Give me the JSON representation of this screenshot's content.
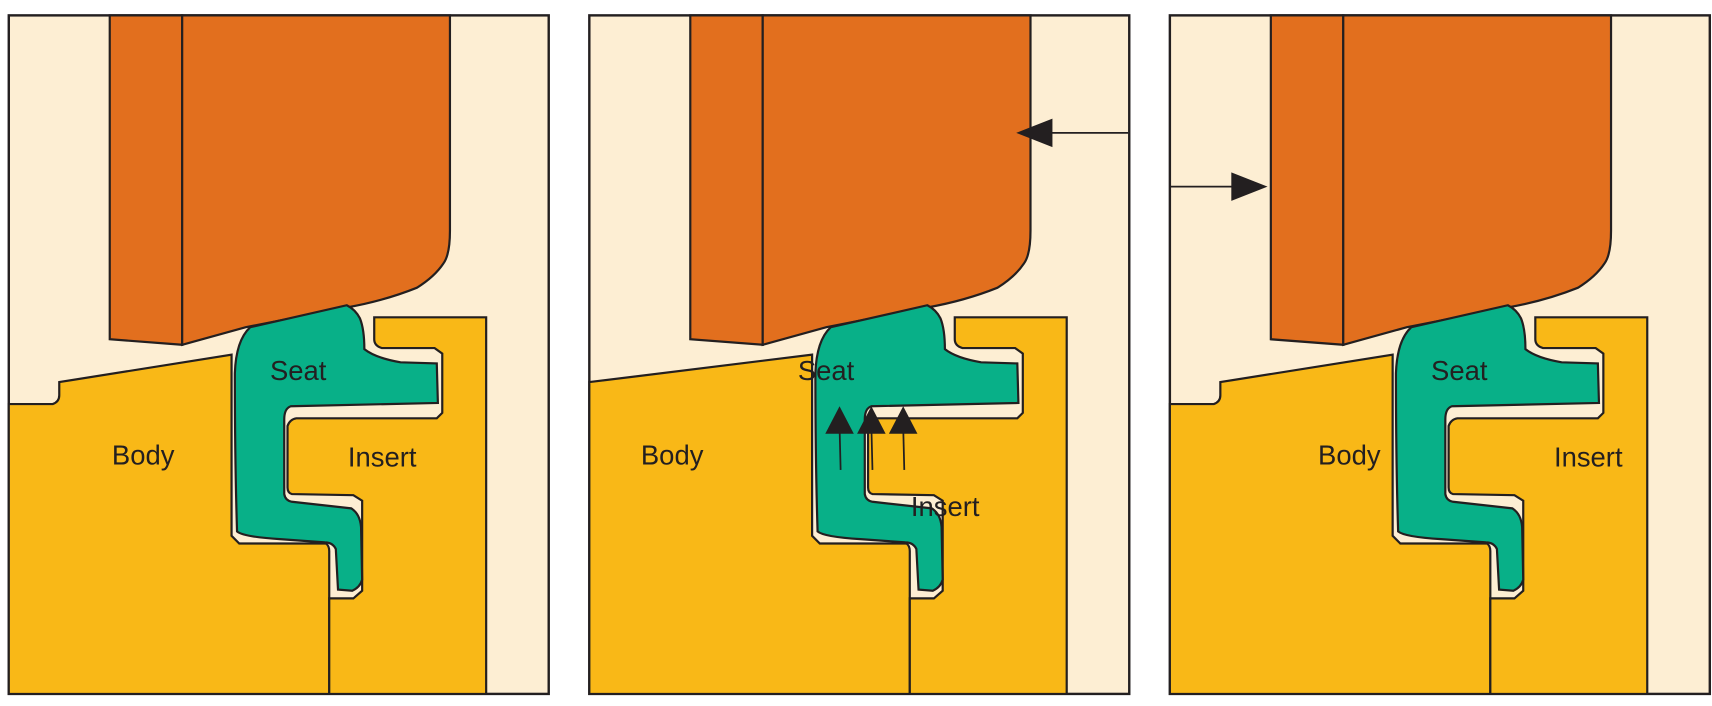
{
  "panels": [
    {
      "labels": {
        "seat": "Seat",
        "body": "Body",
        "insert": "Insert"
      }
    },
    {
      "labels": {
        "seat": "Seat",
        "body": "Body",
        "insert": "Insert"
      },
      "arrow": "left",
      "seat_force_arrows": 3
    },
    {
      "labels": {
        "seat": "Seat",
        "body": "Body",
        "insert": "Insert"
      },
      "arrow": "right"
    }
  ],
  "colors": {
    "background": "#fdeed3",
    "stem": "#e26f1e",
    "body_insert": "#f9b817",
    "seat": "#08b088",
    "outline": "#231f20"
  }
}
